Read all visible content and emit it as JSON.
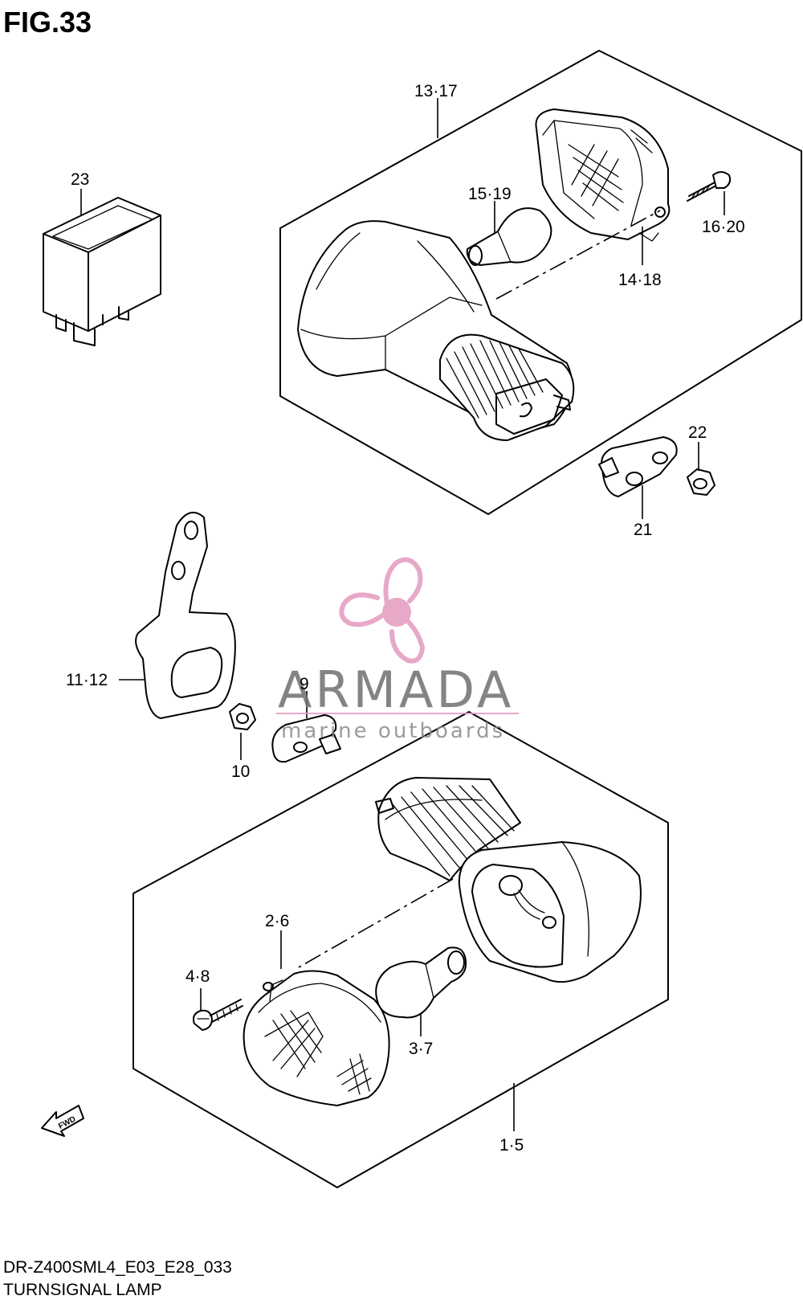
{
  "figure": {
    "title": "FIG.33",
    "model_code": "DR-Z400SML4_E03_E28_033",
    "caption": "TURNSIGNAL LAMP"
  },
  "parts": [
    {
      "id": "p23",
      "label": "23"
    },
    {
      "id": "p13-17",
      "label": "13·17"
    },
    {
      "id": "p15-19",
      "label": "15·19"
    },
    {
      "id": "p16-20",
      "label": "16·20"
    },
    {
      "id": "p14-18",
      "label": "14·18"
    },
    {
      "id": "p22",
      "label": "22"
    },
    {
      "id": "p21",
      "label": "21"
    },
    {
      "id": "p11-12",
      "label": "11·12"
    },
    {
      "id": "p9",
      "label": "9"
    },
    {
      "id": "p10",
      "label": "10"
    },
    {
      "id": "p2-6",
      "label": "2·6"
    },
    {
      "id": "p4-8",
      "label": "4·8"
    },
    {
      "id": "p3-7",
      "label": "3·7"
    },
    {
      "id": "p1-5",
      "label": "1·5"
    }
  ],
  "direction_badge": "FWD",
  "watermark": {
    "brand": "ARMADA",
    "tagline": "marine outboards",
    "color": "#e59abf",
    "text_color": "#6f6f6f"
  },
  "colors": {
    "line": "#000000",
    "background": "#ffffff"
  }
}
